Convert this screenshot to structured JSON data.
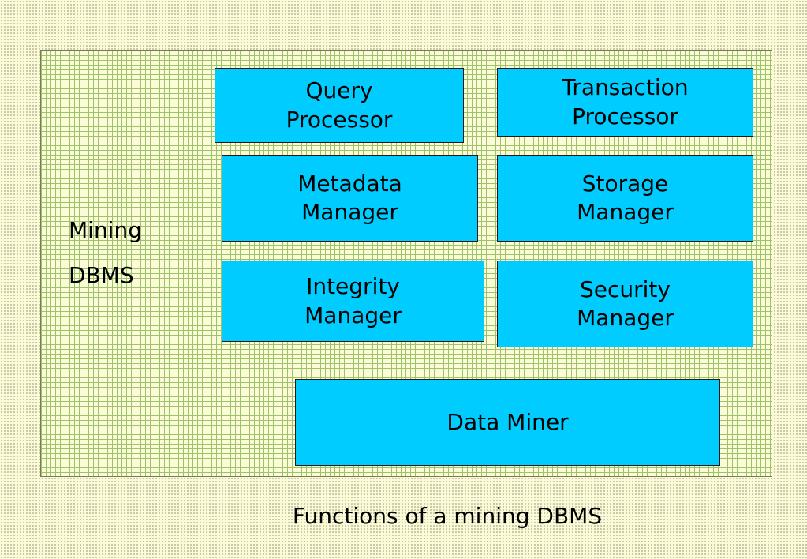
{
  "diagram": {
    "container_label_line1": "Mining",
    "container_label_line2": "DBMS",
    "boxes": {
      "query_processor": "Query\nProcessor",
      "transaction_processor": "Transaction\nProcessor",
      "metadata_manager": "Metadata\nManager",
      "storage_manager": "Storage\nManager",
      "integrity_manager": "Integrity\nManager",
      "security_manager": "Security\nManager",
      "data_miner": "Data Miner"
    },
    "colors": {
      "box_fill": "#00ccff",
      "grid_line": "#9cc36a",
      "background": "#fbfbd8"
    }
  },
  "caption": "Functions of a mining DBMS"
}
